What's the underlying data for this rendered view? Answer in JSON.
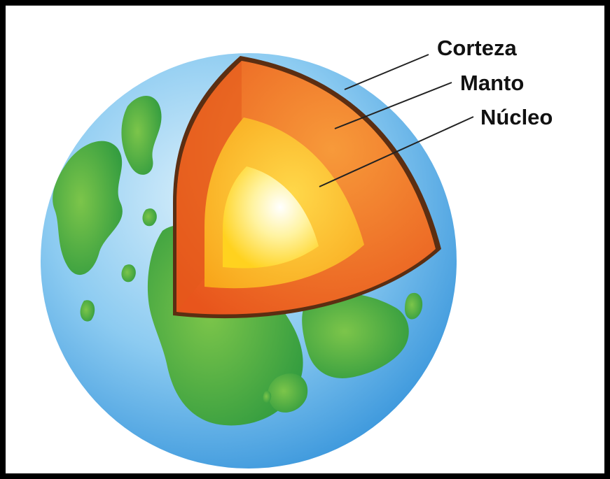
{
  "diagram": {
    "labels": {
      "crust": "Corteza",
      "mantle": "Manto",
      "core": "Núcleo"
    }
  },
  "colors": {
    "frame": "#000000",
    "ocean": "#5aaee8",
    "land": "#3fae49",
    "crust": "#5b2e12",
    "mantle": "#f07a22",
    "outer_core": "#fdb828",
    "inner_core": "#fff5b0",
    "leader_line": "#222222"
  }
}
